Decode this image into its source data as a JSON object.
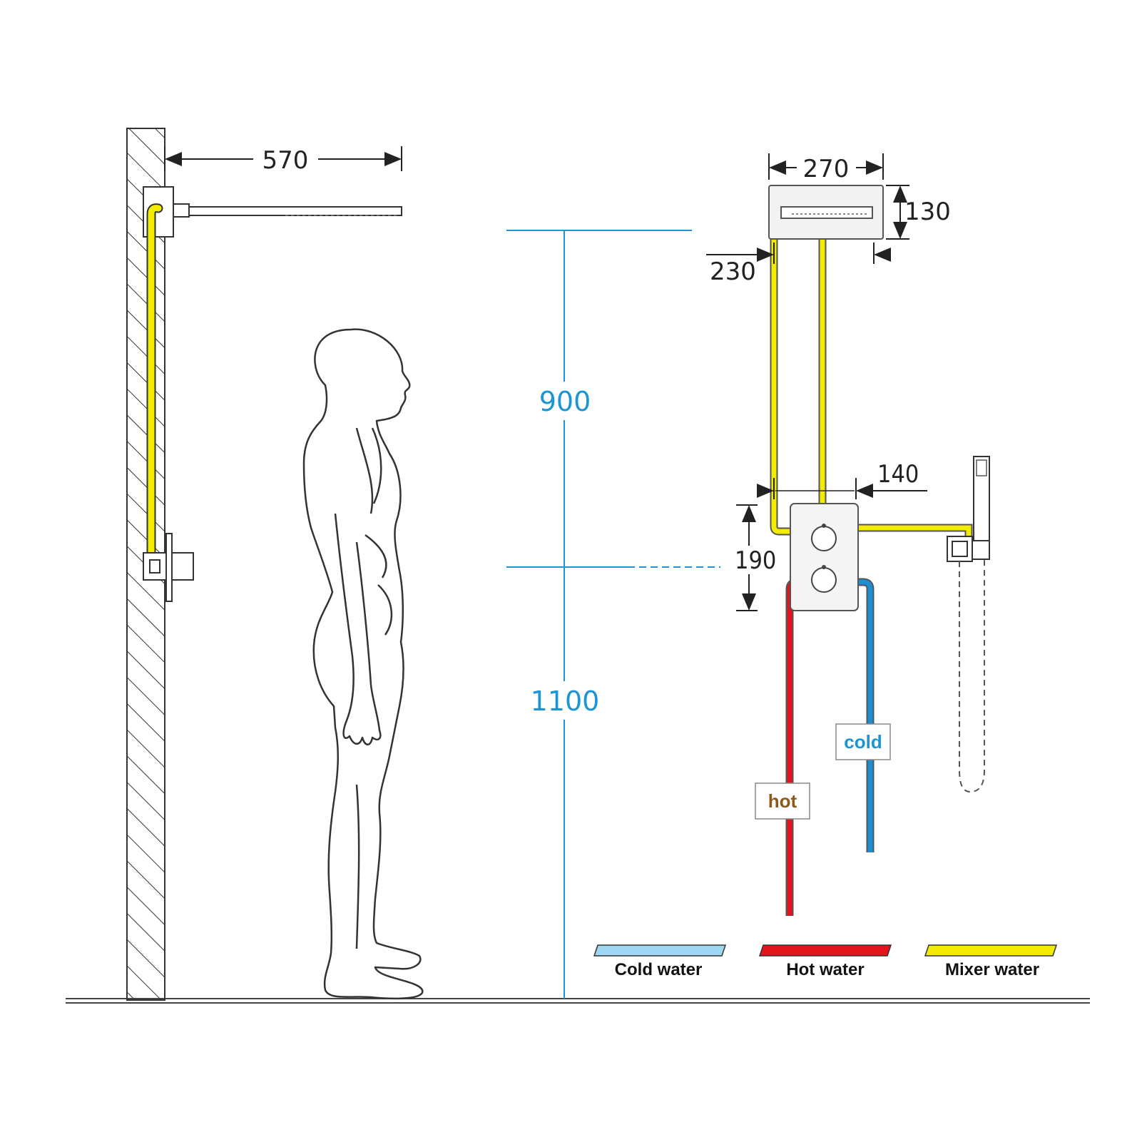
{
  "dimensions": {
    "arm_length": "570",
    "head_width": "270",
    "head_height": "130",
    "head_inlet_offset": "230",
    "valve_spacing": "140",
    "valve_height": "190",
    "head_above_valve": "900",
    "valve_above_floor": "1100"
  },
  "labels": {
    "hot": "hot",
    "cold": "cold"
  },
  "legend": [
    {
      "label": "Cold water",
      "color": "#9fd6f2"
    },
    {
      "label": "Hot water",
      "color": "#e3141b"
    },
    {
      "label": "Mixer water",
      "color": "#f3ec00"
    }
  ],
  "colors": {
    "mixer_pipe": "#f3ec00",
    "hot_pipe": "#e3141b",
    "cold_pipe": "#1b8fd2",
    "dimension_blue": "#1b95d3",
    "hot_tag_text": "#8a5a1a",
    "cold_tag_text": "#1b95d3"
  }
}
